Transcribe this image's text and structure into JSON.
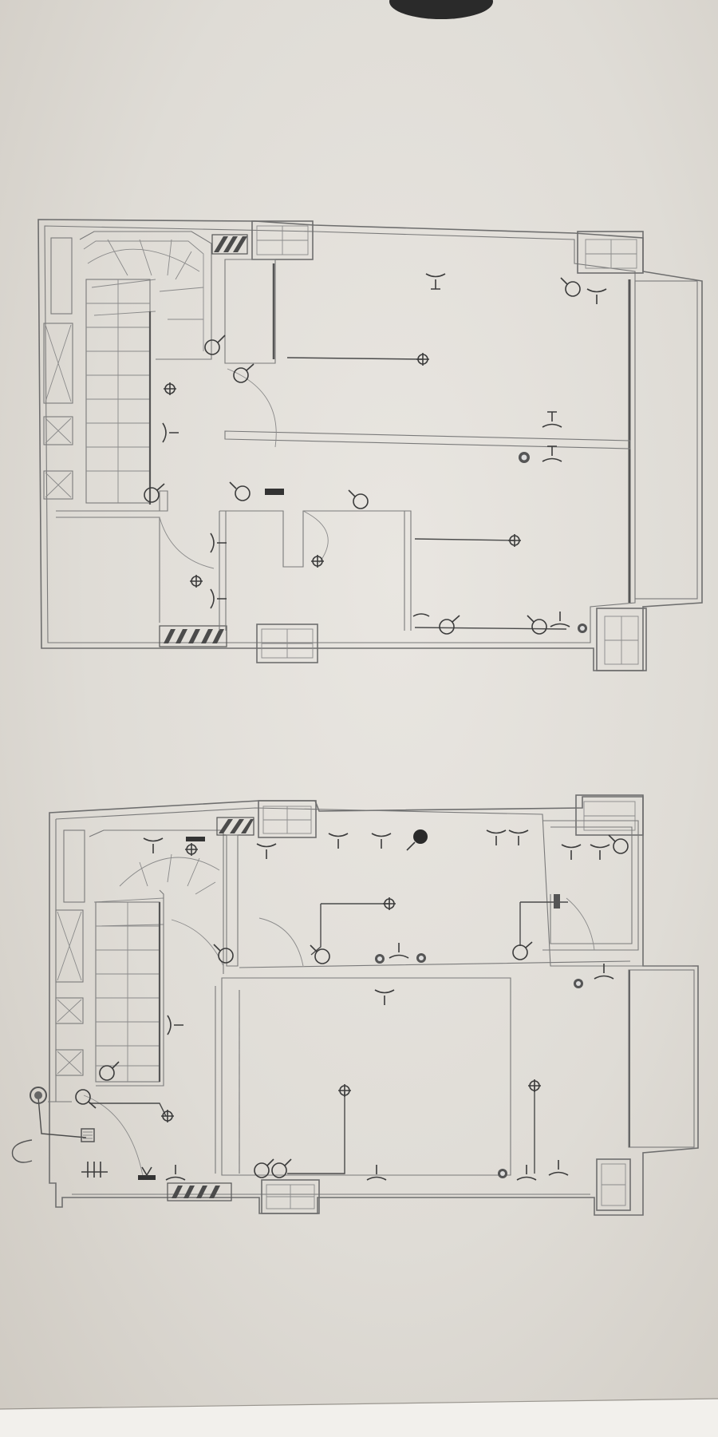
{
  "drawing": {
    "type": "electrical floor plans",
    "sheets": 2,
    "paper_color": "#e3e0da",
    "line_color": "#6e6e6e",
    "symbol_color": "#3c3c3c",
    "margin_mark": "C",
    "symbols": [
      "socket-outlet",
      "ceiling-light",
      "switch",
      "lighting-point",
      "distribution-board"
    ]
  }
}
